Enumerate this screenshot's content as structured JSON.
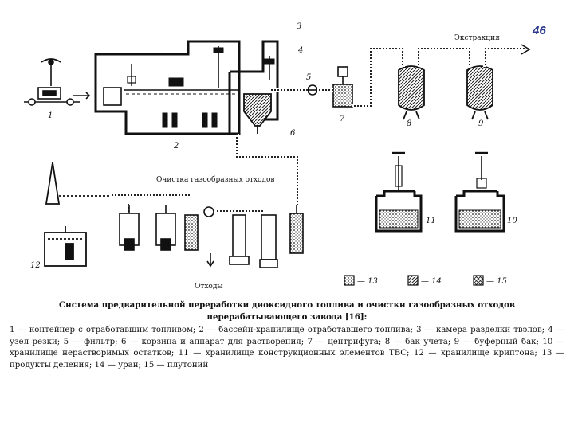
{
  "slide_number": "46",
  "labels": {
    "extraction": "Экстракция",
    "gas_cleaning": "Очистка газообразных отходов",
    "discharge": "Отходы",
    "n1": "1",
    "n2": "2",
    "n3": "3",
    "n4": "4",
    "n5": "5",
    "n6": "6",
    "n7": "7",
    "n8": "8",
    "n9": "9",
    "n10": "10",
    "n11": "11",
    "n12": "12"
  },
  "legend": [
    {
      "key": "13",
      "text": "— 13"
    },
    {
      "key": "14",
      "text": "— 14"
    },
    {
      "key": "15",
      "text": "— 15"
    }
  ],
  "caption": {
    "title": "Система предварительной переработки диоксидного топлива и очистки газообразных отходов перерабатывающего завода [16]:",
    "body": "1 — контейнер с отработавшим топливом; 2 — бассейн-хранилище отработавшего топлива; 3 — камера разделки твэлов; 4 — узел резки; 5 — фильтр; 6 — корзина и аппарат для растворения; 7 — центрифуга; 8 — бак учета; 9 — буферный бак; 10 — хранилище нерастворимых остатков; 11 — хранилище конструкционных элементов ТВС; 12 — хранилище криптона; 13 — продукты деления; 14 — уран; 15 — плутоний"
  }
}
